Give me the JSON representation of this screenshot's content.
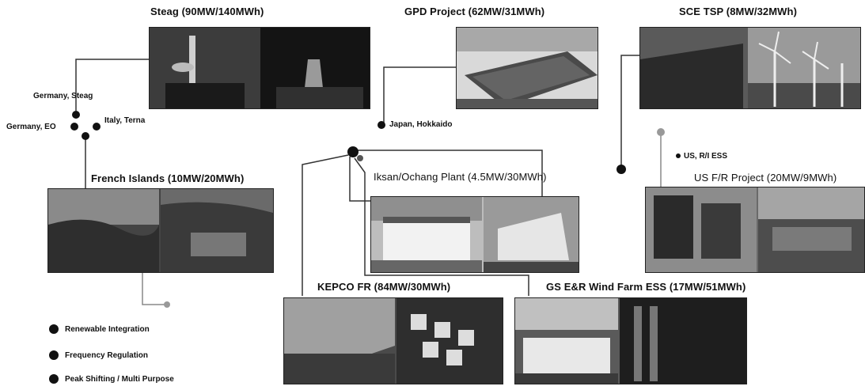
{
  "sites": {
    "steag": "Steag (90MW/140MWh)",
    "gpd": "GPD Project (62MW/31MWh)",
    "sce": "SCE TSP (8MW/32MWh)",
    "french": "French Islands (10MW/20MWh)",
    "iksan": "Iksan/Ochang Plant (4.5MW/30MWh)",
    "usfr": "US F/R Project (20MW/9MWh)",
    "kepco": "KEPCO FR (84MW/30MWh)",
    "gsenr": "GS E&R Wind Farm ESS (17MW/51MWh)"
  },
  "locations": {
    "germany_steag": "Germany, Steag",
    "germany_eo": "Germany, EO",
    "italy_terna": "Italy, Terna",
    "japan_hokkaido": "Japan, Hokkaido",
    "us_ri_ess": "US, R/I ESS"
  },
  "legend": [
    {
      "label": "Renewable Integration"
    },
    {
      "label": "Frequency Regulation"
    },
    {
      "label": "Peak Shifting / Multi Purpose"
    }
  ],
  "colors": {
    "line": "#333333",
    "dot": "#111111",
    "dot_light": "#888888"
  }
}
